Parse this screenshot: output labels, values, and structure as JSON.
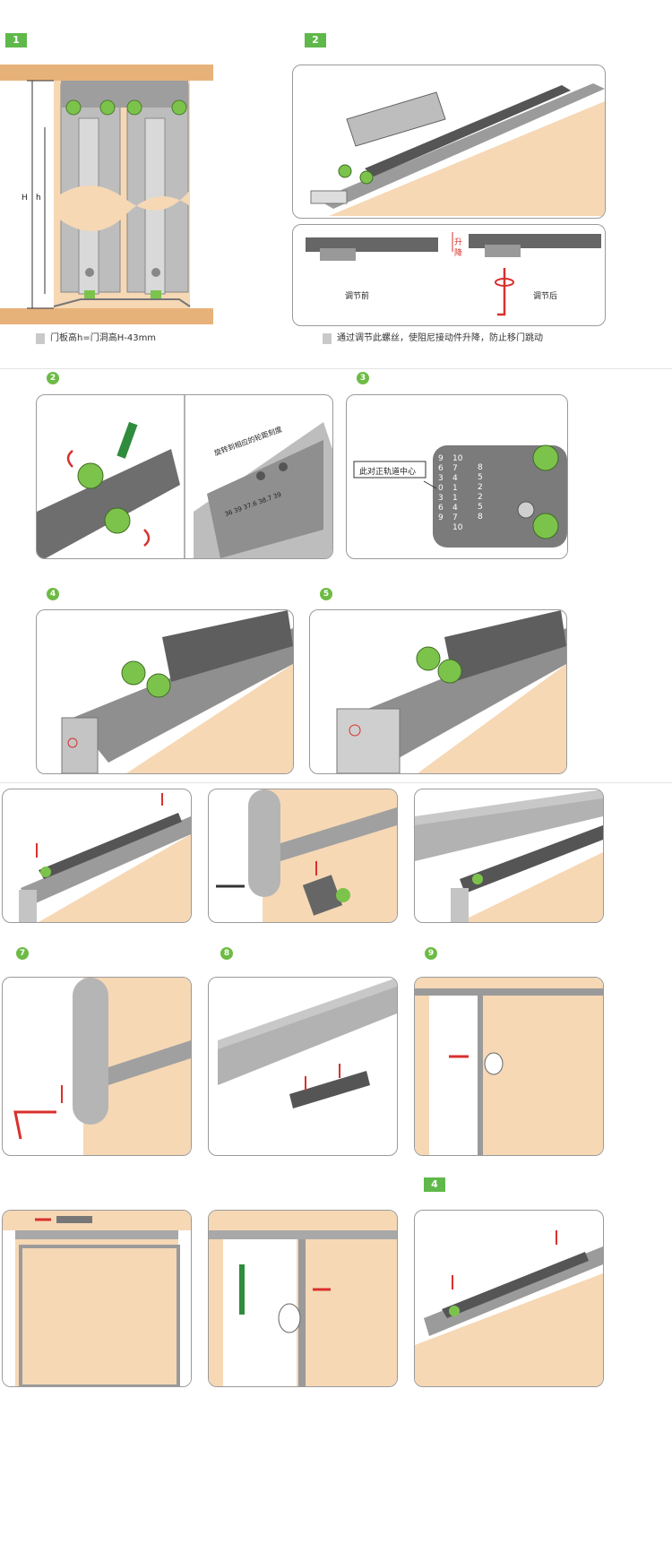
{
  "badges": {
    "s1": "1",
    "s2": "2",
    "s4b": "4"
  },
  "dots": {
    "d2": "2",
    "d3": "3",
    "d4": "4",
    "d5": "5",
    "d7": "7",
    "d8": "8",
    "d9": "9"
  },
  "labels": {
    "H": "H",
    "h": "h",
    "before": "调节前",
    "after": "调节后",
    "up": "升",
    "down": "降",
    "rotate": "旋转到相应的轮距刻度",
    "center": "此对正轨道中心",
    "scale_left": "9 6 3 0 3 6 9",
    "scale_mid": "10 7 4 1 1 4 7 10",
    "scale_right": "8 5 2 2 5 8",
    "marks": "36 39 37.6 38.7 39"
  },
  "captions": {
    "c1": "门板高h=门洞高H-43mm",
    "c2": "通过调节此螺丝，使阻尼接动件升降，防止移门跳动"
  },
  "colors": {
    "accent": "#5fb84a",
    "wood": "#f6d8b5",
    "frame": "#e7b27a",
    "metal": "#a8a8a8",
    "green": "#7cc34c",
    "red": "#d9302c"
  }
}
